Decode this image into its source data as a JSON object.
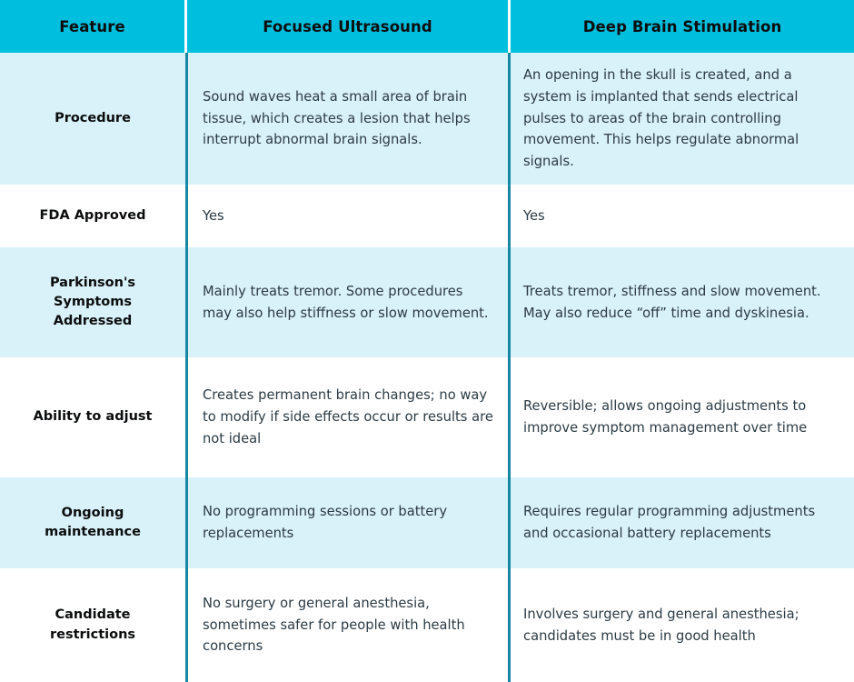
{
  "table": {
    "headers": [
      {
        "label": "Feature"
      },
      {
        "label": "Focused Ultrasound"
      },
      {
        "label": "Deep Brain Stimulation"
      }
    ],
    "colors": {
      "header_background": "#00BEDD",
      "header_text": "#0B0D0E",
      "row_tint": "#D9F1F8",
      "row_plain": "#FFFFFF",
      "divider": "#1887A3",
      "body_text": "#2C3B44",
      "label_text": "#0B0D0E"
    },
    "rows": [
      {
        "feature": "Procedure",
        "focused_ultrasound": "Sound waves heat a small area of brain tissue, which creates a lesion that helps interrupt abnormal brain signals.",
        "deep_brain_stimulation": "An opening in the skull is created, and a system is implanted that sends electrical pulses to areas of the brain controlling movement. This helps regulate abnormal signals."
      },
      {
        "feature": "FDA Approved",
        "focused_ultrasound": "Yes",
        "deep_brain_stimulation": "Yes"
      },
      {
        "feature": "Parkinson's Symptoms Addressed",
        "focused_ultrasound": "Mainly treats tremor. Some procedures may also help stiffness or slow movement.",
        "deep_brain_stimulation": "Treats tremor, stiffness and slow movement. May also reduce “off” time and dyskinesia."
      },
      {
        "feature": "Ability to adjust",
        "focused_ultrasound": "Creates permanent brain changes; no way to modify if side effects occur or results are not ideal",
        "deep_brain_stimulation": "Reversible; allows ongoing adjustments to improve symptom management over time"
      },
      {
        "feature": "Ongoing maintenance",
        "focused_ultrasound": "No programming sessions or battery replacements",
        "deep_brain_stimulation": "Requires regular programming adjustments and occasional battery replacements"
      },
      {
        "feature": "Candidate restrictions",
        "focused_ultrasound": "No surgery or general anesthesia, sometimes safer for people with health concerns",
        "deep_brain_stimulation": "Involves surgery and general anesthesia; candidates must be in good health"
      }
    ]
  }
}
